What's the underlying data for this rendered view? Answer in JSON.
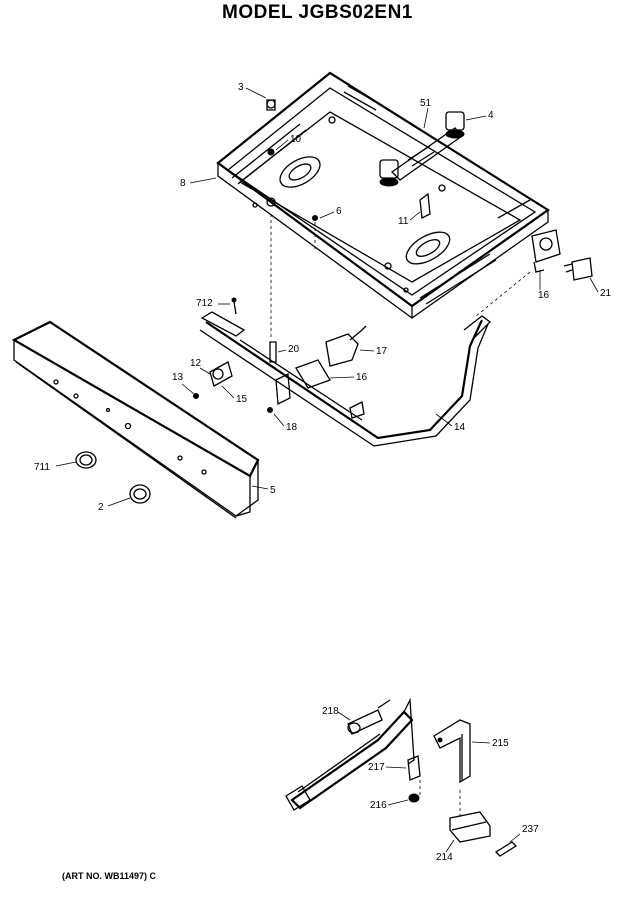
{
  "header": {
    "title": "MODEL JGBS02EN1",
    "corner_mark": "' - ' '"
  },
  "footer": {
    "art_number": "(ART NO. WB11497) C"
  },
  "callouts": {
    "c3": "3",
    "c51": "51",
    "c4": "4",
    "c10": "10",
    "c8": "8",
    "c6": "6",
    "c11": "11",
    "c16a": "16",
    "c21": "21",
    "c712": "712",
    "c20": "20",
    "c17": "17",
    "c12": "12",
    "c13": "13",
    "c15": "15",
    "c16b": "16",
    "c18": "18",
    "c14": "14",
    "c711": "711",
    "c5": "5",
    "c2": "2",
    "c218": "218",
    "c215": "215",
    "c217": "217",
    "c216": "216",
    "c237": "237",
    "c214": "214"
  }
}
